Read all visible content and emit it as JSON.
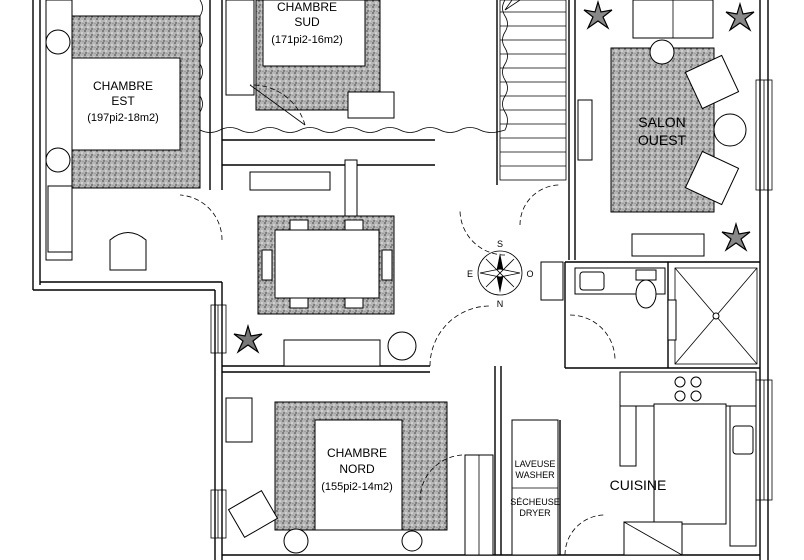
{
  "rooms": {
    "chambre_sud": {
      "line1": "CHAMBRE",
      "line2": "SUD",
      "area": "(171pi2-16m2)"
    },
    "chambre_est": {
      "line1": "CHAMBRE",
      "line2": "EST",
      "area": "(197pi2-18m2)"
    },
    "salon_ouest": {
      "line1": "SALON",
      "line2": "OUEST"
    },
    "chambre_nord": {
      "line1": "CHAMBRE",
      "line2": "NORD",
      "area": "(155pi2-14m2)"
    },
    "cuisine": {
      "line1": "CUISINE"
    }
  },
  "appliances": {
    "washer": {
      "line1": "LAVEUSE",
      "line2": "WASHER"
    },
    "dryer": {
      "line1": "SÉCHEUSE",
      "line2": "DRYER"
    }
  },
  "compass": {
    "north": "N",
    "south": "S",
    "east": "E",
    "west": "O"
  },
  "colors": {
    "line": "#000000",
    "background": "#ffffff",
    "rug": "#9a9a9a"
  }
}
